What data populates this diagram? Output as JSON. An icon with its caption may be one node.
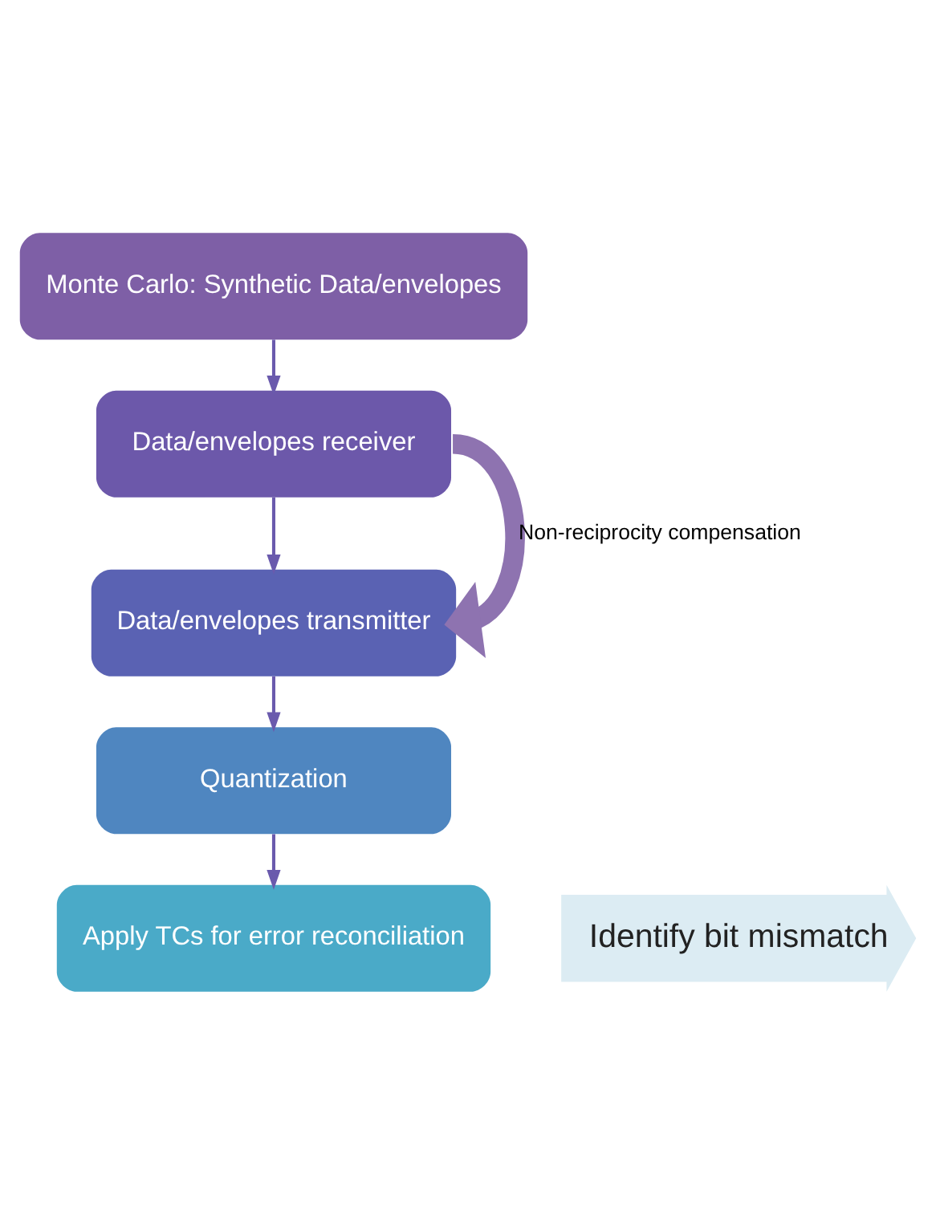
{
  "diagram": {
    "nodes": [
      {
        "text": [
          "Monte Carlo: Synthetic Data/envelopes"
        ]
      },
      {
        "text": [
          "Data/envelopes receiver"
        ]
      },
      {
        "text": [
          "Data/envelopes transmitter"
        ]
      },
      {
        "text": [
          "Quantization"
        ]
      },
      {
        "text": [
          "Apply TCs for error reconciliation"
        ]
      },
      {
        "text": [
          "Identify bit mismatch"
        ]
      }
    ],
    "edges": [
      {
        "from": 0,
        "to": 1,
        "arrow": "to"
      },
      {
        "from": 1,
        "to": 2,
        "arrow": "to"
      },
      {
        "from": 2,
        "to": 3,
        "arrow": "to"
      },
      {
        "from": 3,
        "to": 4,
        "arrow": "to"
      },
      {
        "from": 1,
        "to": 2,
        "arrow": "to",
        "label": "Non-reciprocity compensation",
        "style": "thick",
        "color": "#8e73b0"
      }
    ]
  }
}
